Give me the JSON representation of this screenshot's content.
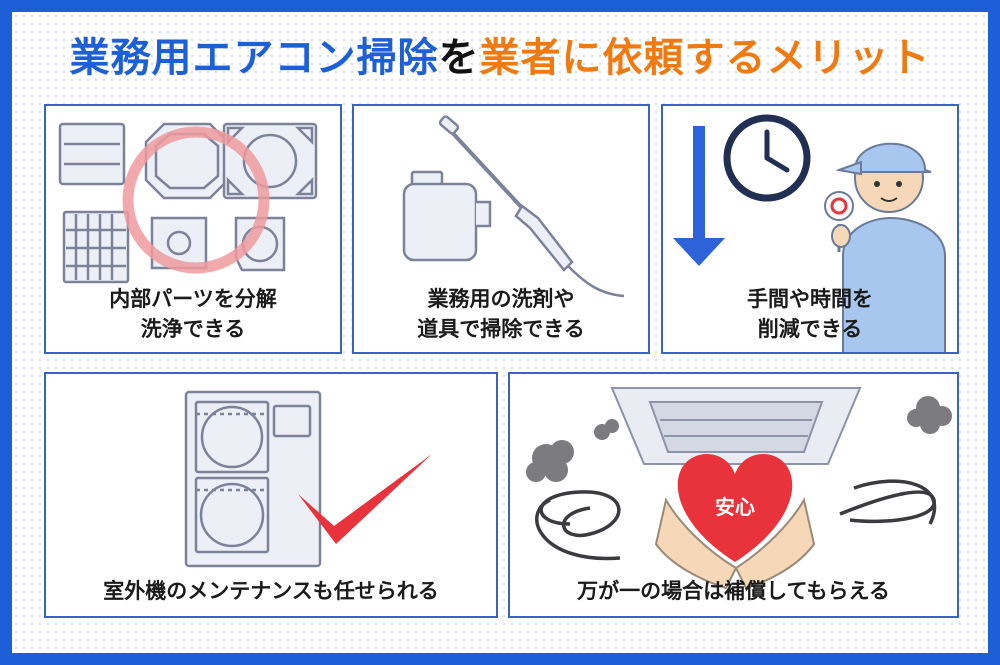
{
  "title": {
    "part1": "業務用エアコン掃除",
    "part2": "を",
    "part3": "業者に依頼するメリット"
  },
  "panels": [
    {
      "lines": [
        "内部パーツを分解",
        "洗浄できる"
      ],
      "icon": "disassembled-parts-icon"
    },
    {
      "lines": [
        "業務用の洗剤や",
        "道具で掃除できる"
      ],
      "icon": "sprayer-detergent-icon"
    },
    {
      "lines": [
        "手間や時間を",
        "削減できる"
      ],
      "icon": "worker-clock-icon"
    },
    {
      "lines": [
        "室外機のメンテナンスも任せられる"
      ],
      "icon": "outdoor-unit-check-icon"
    },
    {
      "lines": [
        "万が一の場合は補償してもらえる"
      ],
      "icon": "heart-hands-icon"
    }
  ],
  "heart_label": "安心",
  "colors": {
    "frame": "#1d5fd6",
    "title_blue": "#1d5fd6",
    "title_orange": "#f07a12",
    "panel_border": "#3a63c7",
    "accent_red": "#e8333c",
    "arrow_blue": "#2e62d9"
  }
}
